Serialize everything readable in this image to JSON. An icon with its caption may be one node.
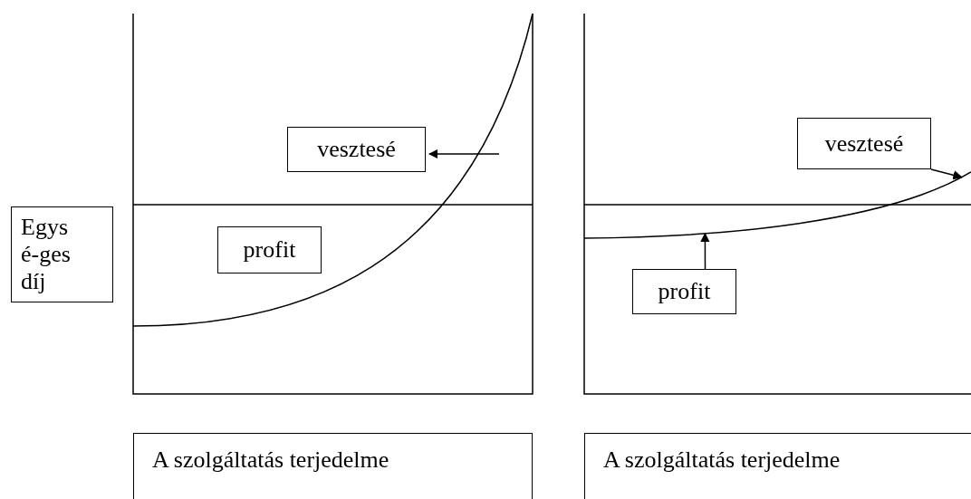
{
  "diagram": {
    "nodes": [
      {
        "text": [
          "vesztesé"
        ]
      },
      {
        "text": [
          "profit"
        ]
      },
      {
        "text": [
          "Egys é-ges díj"
        ]
      },
      {
        "text": [
          "A szolgáltatás terjedelme"
        ]
      },
      {
        "text": [
          "vesztesé"
        ]
      },
      {
        "text": [
          "profit"
        ]
      },
      {
        "text": [
          "A szolgáltatás terjedelme"
        ]
      },
      {
        "text": [],
        "shape": "curve"
      }
    ],
    "edges": [
      {
        "from": null,
        "to": 0,
        "arrow": "to"
      },
      {
        "from": 4,
        "to": 7,
        "arrow": "to"
      },
      {
        "from": 5,
        "to": 7,
        "arrow": "to"
      }
    ]
  }
}
